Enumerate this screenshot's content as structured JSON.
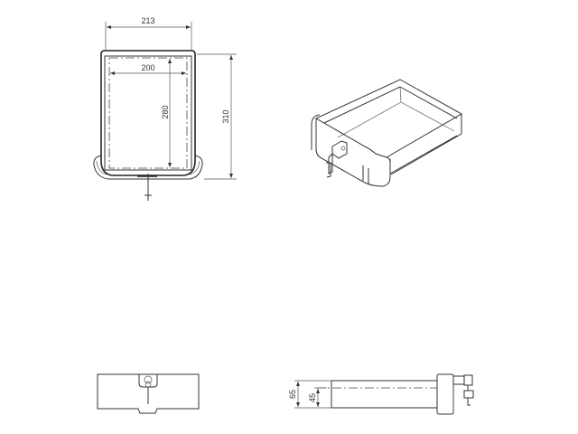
{
  "drawing": {
    "views": {
      "top_view": {
        "dimensions": {
          "outer_width": "213",
          "inner_width": "200",
          "inner_depth": "280",
          "outer_depth": "310"
        }
      },
      "side_view": {
        "dimensions": {
          "outer_height": "65",
          "inner_height": "45"
        }
      },
      "isometric_view": {
        "label": ""
      },
      "front_view": {
        "label": ""
      }
    },
    "colors": {
      "line": "#333333",
      "background": "#ffffff"
    }
  }
}
